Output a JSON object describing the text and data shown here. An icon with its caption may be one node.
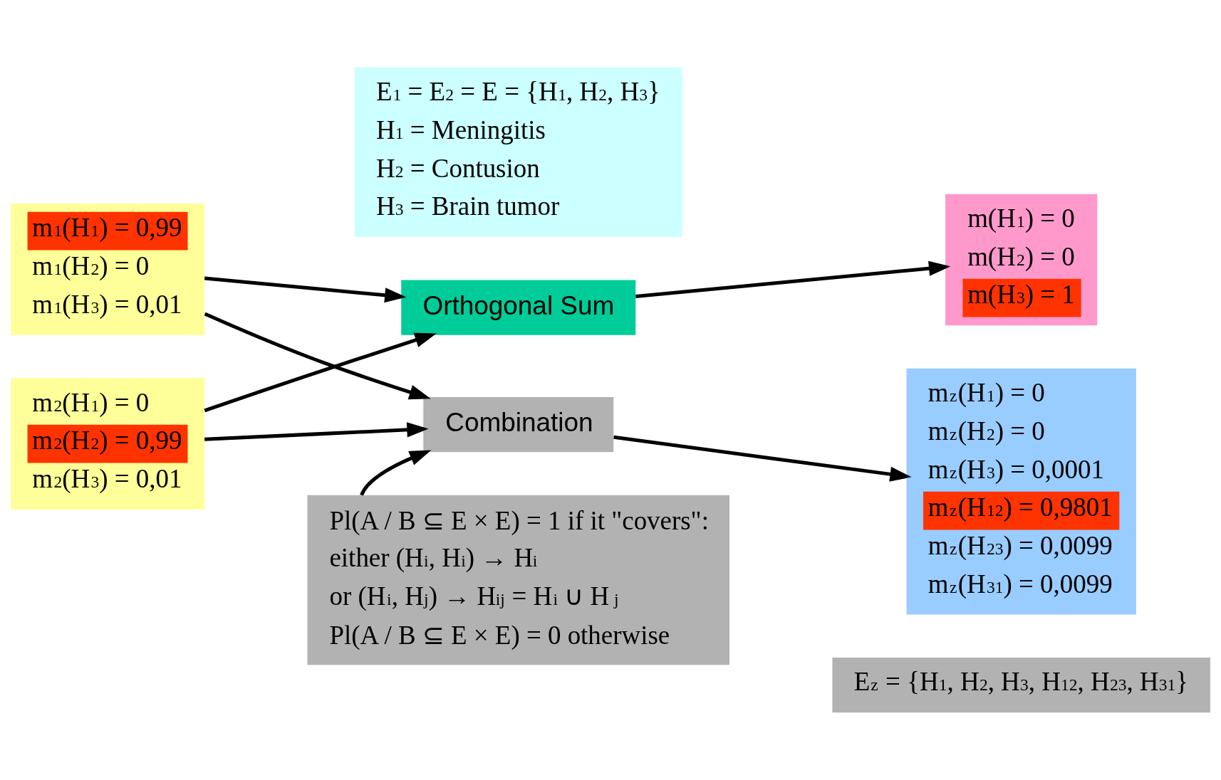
{
  "diagram": {
    "nodes": [
      {
        "text": [
          "m$_{1}$(H$_{1}$) = 0,99",
          "m$_{1}$(H$_{2}$) = 0",
          "m$_{1}$(H$_{3}$) = 0,01"
        ]
      },
      {
        "text": [
          "m$_{2}$(H$_{1}$) = 0",
          "m$_{2}$(H$_{2}$) = 0,99",
          "m$_{2}$(H$_{3}$) = 0,01"
        ]
      },
      {
        "text": [
          "E$_{1}$ = E$_{2}$ = E = {H$_{1}$, H$_{2}$, H$_{3}$}",
          "H$_{1}$ = Meningitis",
          "H$_{2}$ = Contusion",
          "H$_{3}$ = Brain tumor"
        ]
      },
      {
        "text": [
          "Orthogonal Sum"
        ]
      },
      {
        "text": [
          "Combination"
        ]
      },
      {
        "text": [
          "Pl(A / B ⊆ E × E) = 1 if it \"covers\":",
          "either (H$_{i}$, H$_{i}$) → H$_{i}$",
          "or (H$_{i}$, H$_{j}$) → H$_{ij}$ = H$_{i}$ ∪ H$_{j}$",
          "Pl(A / B ⊆ E × E) = 0 otherwise"
        ]
      },
      {
        "text": [
          "m(H$_{1}$) = 0",
          "m(H$_{2}$) = 0",
          "m(H$_{3}$) = 1"
        ]
      },
      {
        "text": [
          "m$_{z}$(H$_{1}$) = 0",
          "m$_{z}$(H$_{2}$) = 0",
          "m$_{z}$(H$_{3}$) = 0,0001",
          "m$_{z}$(H$_{12}$) = 0,9801",
          "m$_{z}$(H$_{23}$) = 0,0099",
          "m$_{z}$(H$_{31}$) = 0,0099"
        ]
      },
      {
        "text": [
          "E$_{z}$ = {H$_{1}$, H$_{2}$, H$_{3}$, H$_{12}$, H$_{23}$, H$_{31}$}"
        ]
      }
    ],
    "edges": [
      {
        "from": 0,
        "to": 3,
        "arrow": "to"
      },
      {
        "from": 0,
        "to": 4,
        "arrow": "to"
      },
      {
        "from": 1,
        "to": 3,
        "arrow": "to"
      },
      {
        "from": 1,
        "to": 4,
        "arrow": "to"
      },
      {
        "from": 3,
        "to": 6,
        "arrow": "to"
      },
      {
        "from": 4,
        "to": 7,
        "arrow": "to"
      },
      {
        "from": 5,
        "to": 4,
        "arrow": "to"
      }
    ]
  }
}
